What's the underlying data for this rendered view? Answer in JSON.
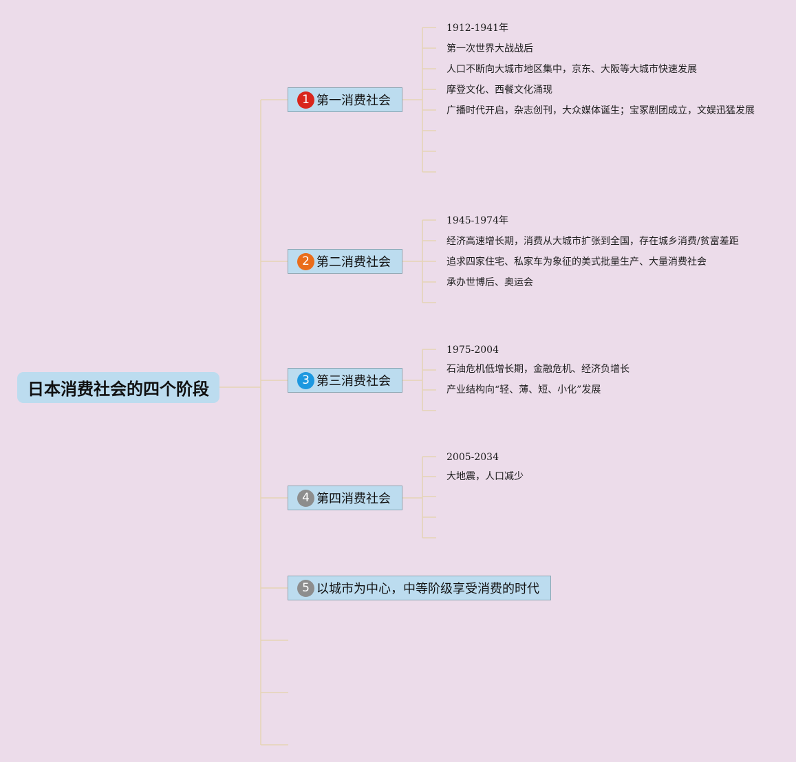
{
  "root": {
    "label": "日本消费社会的四个阶段"
  },
  "topics": [
    {
      "num": "1",
      "label": "第一消费社会",
      "badge_color": "#d9261c"
    },
    {
      "num": "2",
      "label": "第二消费社会",
      "badge_color": "#ea6d1b"
    },
    {
      "num": "3",
      "label": "第三消费社会",
      "badge_color": "#1c98e0"
    },
    {
      "num": "4",
      "label": "第四消费社会",
      "badge_color": "#8d8d8d"
    },
    {
      "num": "5",
      "label": "以城市为中心，中等阶级享受消费的时代",
      "badge_color": "#8d8d8d"
    }
  ],
  "details": {
    "t1": [
      "1912-1941年",
      "第一次世界大战战后",
      "人口不断向大城市地区集中，京东、大阪等大城市快速发展",
      "摩登文化、西餐文化涌现",
      "广播时代开启，杂志创刊，大众媒体诞生；宝冢剧团成立，文娱迅猛发展"
    ],
    "t2": [
      "1945-1974年",
      "经济高速增长期，消费从大城市扩张到全国，存在城乡消费/贫富差距",
      "追求四家住宅、私家车为象征的美式批量生产、大量消费社会",
      "承办世博后、奥运会"
    ],
    "t3": [
      "1975-2004",
      "石油危机低增长期，金融危机、经济负增长",
      "产业结构向“轻、薄、短、小化”发展"
    ],
    "t4": [
      "2005-2034",
      "大地震，人口减少"
    ]
  },
  "colors": {
    "background": "#ecdcea",
    "node_fill": "#bcdcef",
    "connector": "#e5d3b5"
  }
}
